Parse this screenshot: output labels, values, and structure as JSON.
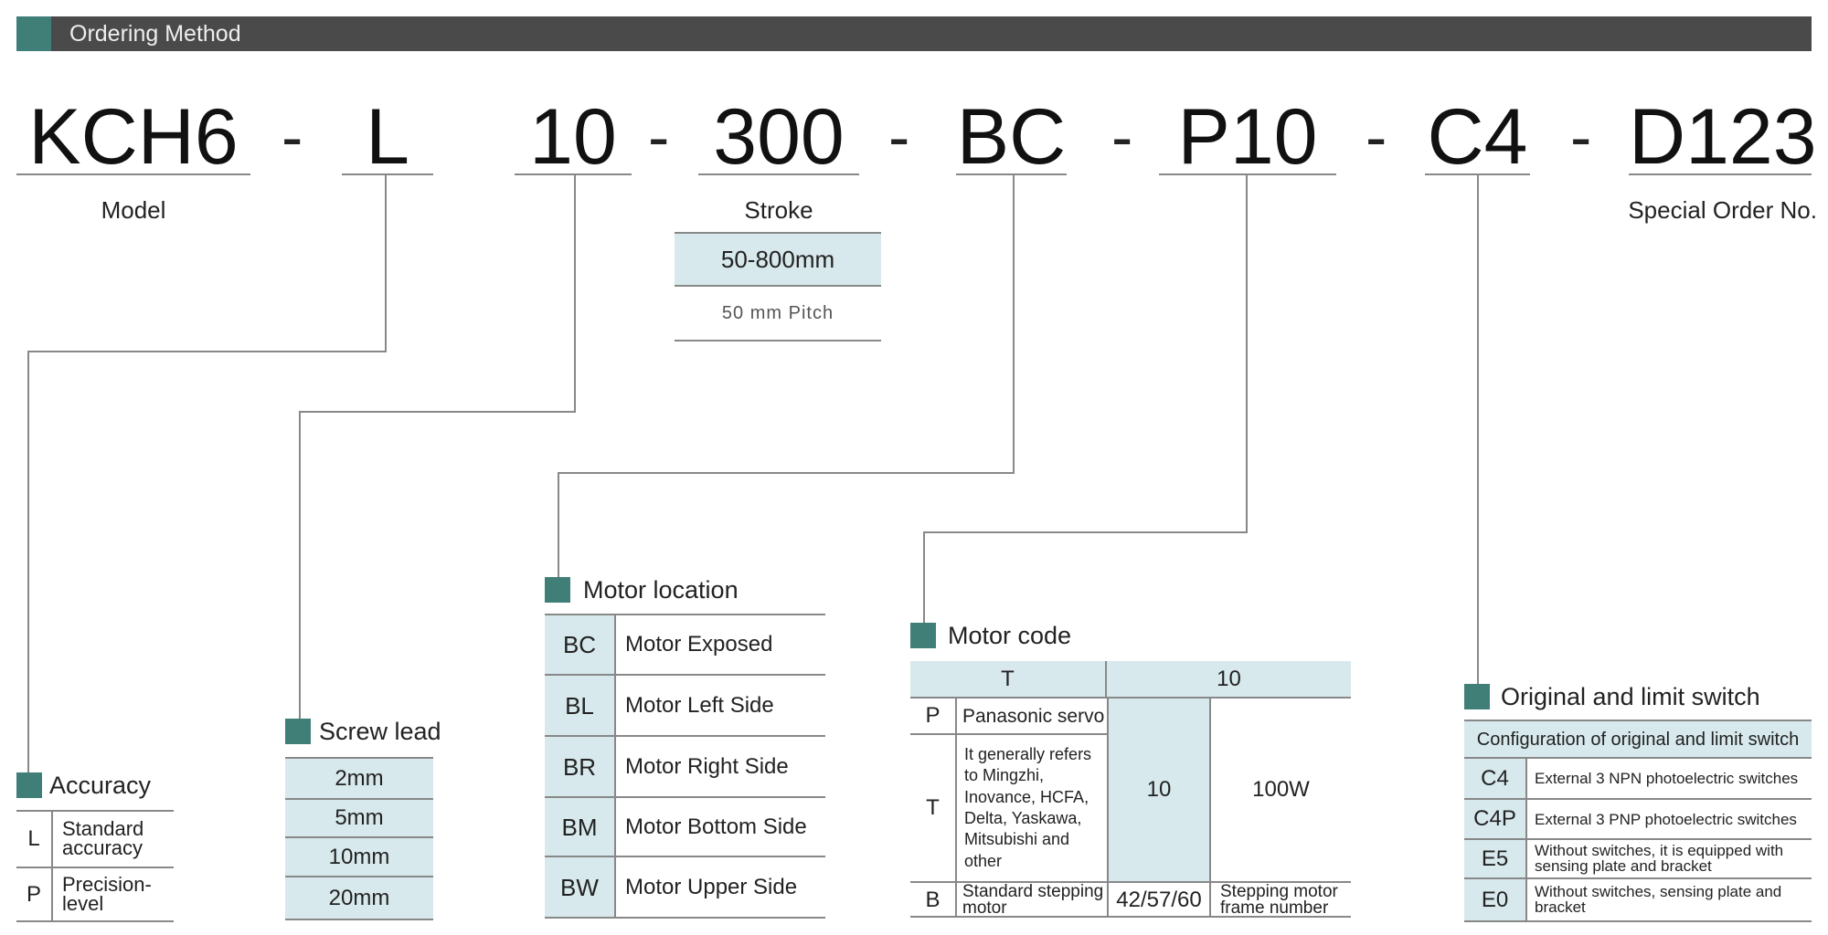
{
  "header": {
    "title": "Ordering Method"
  },
  "codes": [
    "KCH6",
    "L",
    "10",
    "300",
    "BC",
    "P10",
    "C4",
    "D123"
  ],
  "dash": "-",
  "labels": {
    "model": "Model",
    "stroke": "Stroke",
    "special": "Special Order No."
  },
  "stroke": {
    "range": "50-800mm",
    "pitch": "50 mm Pitch"
  },
  "accuracy": {
    "title": "Accuracy",
    "rows": [
      {
        "code": "L",
        "desc": "Standard accuracy"
      },
      {
        "code": "P",
        "desc": "Precision-level"
      }
    ]
  },
  "screw_lead": {
    "title": "Screw lead",
    "rows": [
      "2mm",
      "5mm",
      "10mm",
      "20mm"
    ]
  },
  "motor_location": {
    "title": "Motor location",
    "rows": [
      {
        "code": "BC",
        "desc": "Motor Exposed"
      },
      {
        "code": "BL",
        "desc": "Motor Left Side"
      },
      {
        "code": "BR",
        "desc": "Motor Right Side"
      },
      {
        "code": "BM",
        "desc": "Motor Bottom Side"
      },
      {
        "code": "BW",
        "desc": "Motor Upper Side"
      }
    ]
  },
  "motor_code": {
    "title": "Motor code",
    "head": [
      "T",
      "10"
    ],
    "p": {
      "code": "P",
      "desc": "Panasonic servo"
    },
    "t": {
      "code": "T",
      "desc": "It generally refers to Mingzhi, Inovance, HCFA, Delta, Yaskawa, Mitsubishi and other"
    },
    "merged_size": "10",
    "merged_power": "100W",
    "b": {
      "code": "B",
      "desc": "Standard stepping motor",
      "size": "42/57/60",
      "note": "Stepping motor frame number"
    }
  },
  "switch": {
    "title": "Original and limit switch",
    "head": "Configuration of original and limit switch",
    "rows": [
      {
        "code": "C4",
        "desc": "External 3 NPN photoelectric switches"
      },
      {
        "code": "C4P",
        "desc": "External 3 PNP photoelectric switches"
      },
      {
        "code": "E5",
        "desc": "Without switches, it is equipped with sensing plate and bracket"
      },
      {
        "code": "E0",
        "desc": "Without switches, sensing plate and bracket"
      }
    ]
  }
}
